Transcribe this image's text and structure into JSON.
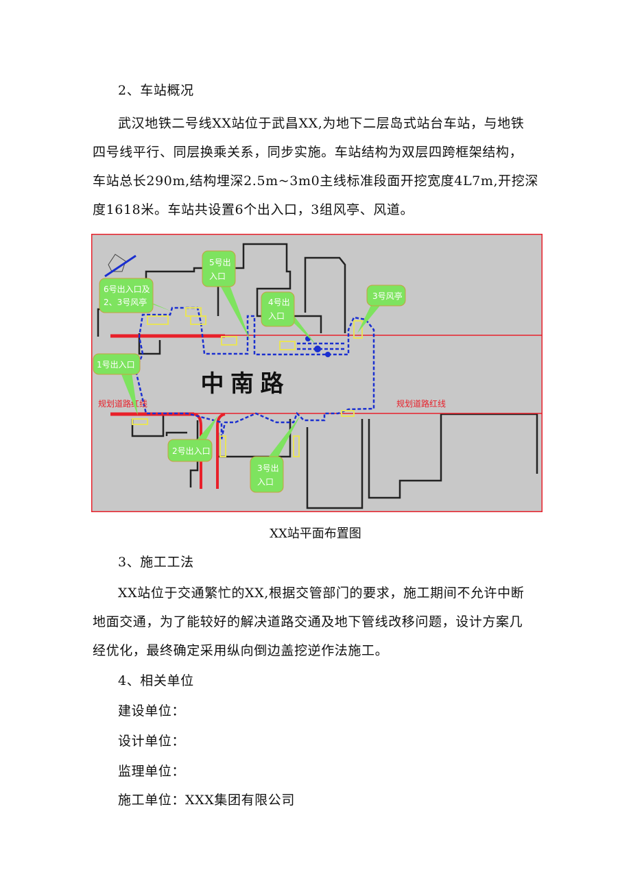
{
  "section2": {
    "heading": "2、车站概况",
    "lines": [
      "武汉地铁二号线XX站位于武昌XX,为地下二层岛式站台车站，与地铁",
      "四号线平行、同层换乘关系，同步实施。车站结构为双层四跨框架结构，",
      "车站总长290m,结构埋深2.5m~3m0主线标准段面开挖宽度4L7m,开挖深",
      "度1618米。车站共设置6个出入口，3组风亭、风道。"
    ]
  },
  "figure": {
    "road_name": "中 南 路",
    "red_line_label": "规划道路红线",
    "callouts": {
      "exit6": [
        "6号出入口及",
        "2、3号风亭"
      ],
      "exit5": [
        "5号出",
        "入口"
      ],
      "exit4": [
        "4号出",
        "入口"
      ],
      "vent3": [
        "3号风亭"
      ],
      "exit1": [
        "1号出入口"
      ],
      "exit2": [
        "2号出入口"
      ],
      "exit3": [
        "3号出",
        "入口"
      ]
    },
    "caption": "XX站平面布置图",
    "colors": {
      "callout": "#7ee35f",
      "station_outline": "#1a2fd0",
      "red_line": "#e8202a",
      "background": "#c8c8c8"
    }
  },
  "section3": {
    "heading": "3、施工工法",
    "lines": [
      "XX站位于交通繁忙的XX,根据交管部门的要求，施工期间不允许中断",
      "地面交通，为了能较好的解决道路交通及地下管线改移问题，设计方案几",
      "经优化，最终确定采用纵向倒边盖挖逆作法施工。"
    ]
  },
  "section4": {
    "heading": "4、相关单位",
    "items": [
      "建设单位：",
      "设计单位：",
      "监理单位：",
      "施工单位：XXX集团有限公司"
    ]
  }
}
